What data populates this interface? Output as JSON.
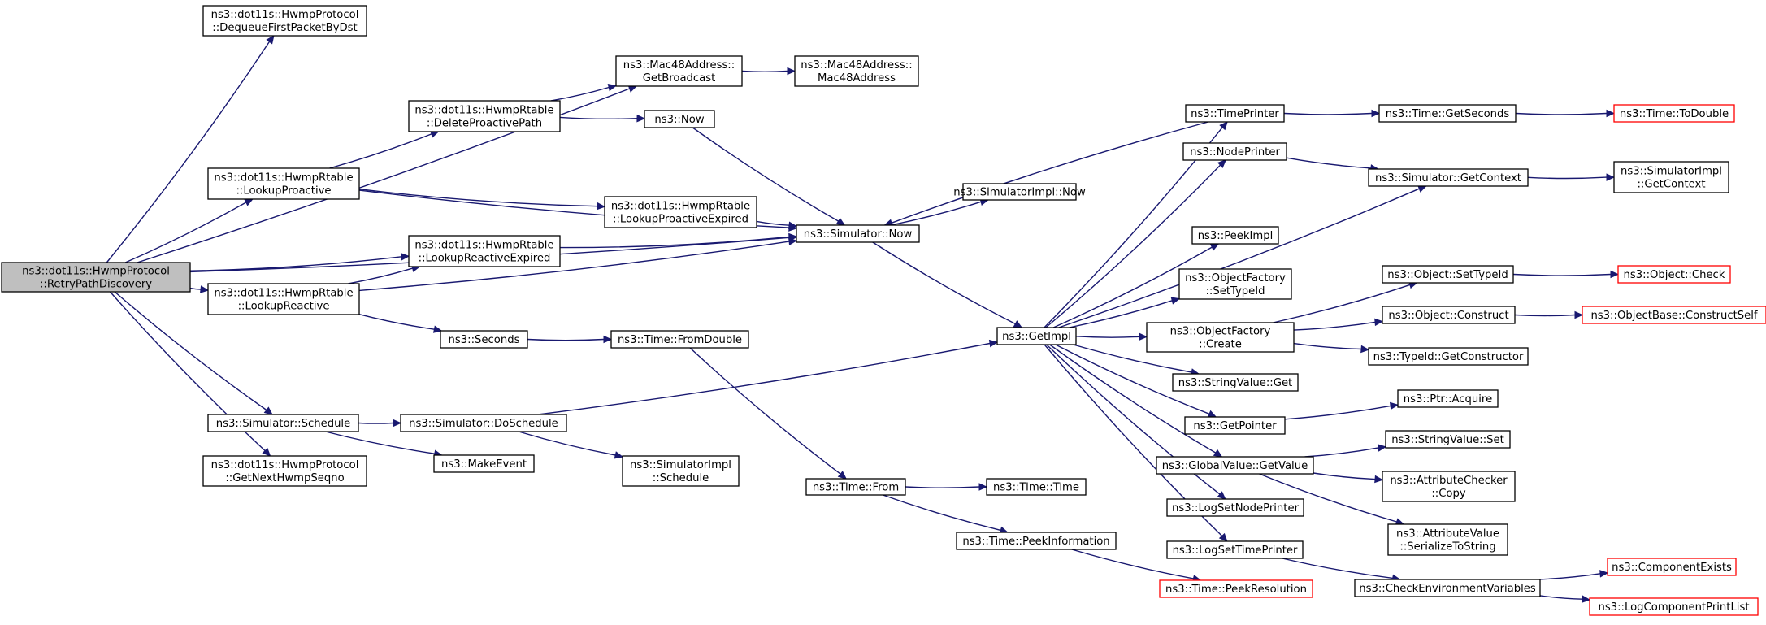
{
  "colors": {
    "edge": "#191970",
    "node_border": "#000000",
    "external_border": "#ff0000",
    "root_fill": "#bfbfbf",
    "background": "#ffffff"
  },
  "nodes": [
    {
      "id": "root",
      "lines": [
        "ns3::dot11s::HwmpProtocol",
        "::RetryPathDiscovery"
      ],
      "style": "root"
    },
    {
      "id": "dequeue",
      "lines": [
        "ns3::dot11s::HwmpProtocol",
        "::DequeueFirstPacketByDst"
      ]
    },
    {
      "id": "getbroadcast",
      "lines": [
        "ns3::Mac48Address::",
        "GetBroadcast"
      ]
    },
    {
      "id": "mac48",
      "lines": [
        "ns3::Mac48Address::",
        "Mac48Address"
      ]
    },
    {
      "id": "delproactive",
      "lines": [
        "ns3::dot11s::HwmpRtable",
        "::DeleteProactivePath"
      ]
    },
    {
      "id": "now",
      "lines": [
        "ns3::Now"
      ]
    },
    {
      "id": "lookupproactive",
      "lines": [
        "ns3::dot11s::HwmpRtable",
        "::LookupProactive"
      ]
    },
    {
      "id": "lpexpired",
      "lines": [
        "ns3::dot11s::HwmpRtable",
        "::LookupProactiveExpired"
      ]
    },
    {
      "id": "lrexpired",
      "lines": [
        "ns3::dot11s::HwmpRtable",
        "::LookupReactiveExpired"
      ]
    },
    {
      "id": "simnow",
      "lines": [
        "ns3::Simulator::Now"
      ]
    },
    {
      "id": "simimplnow",
      "lines": [
        "ns3::SimulatorImpl::Now"
      ]
    },
    {
      "id": "lookupreactive",
      "lines": [
        "ns3::dot11s::HwmpRtable",
        "::LookupReactive"
      ]
    },
    {
      "id": "seconds",
      "lines": [
        "ns3::Seconds"
      ]
    },
    {
      "id": "fromdouble",
      "lines": [
        "ns3::Time::FromDouble"
      ]
    },
    {
      "id": "schedule",
      "lines": [
        "ns3::Simulator::Schedule"
      ]
    },
    {
      "id": "doschedule",
      "lines": [
        "ns3::Simulator::DoSchedule"
      ]
    },
    {
      "id": "getnext",
      "lines": [
        "ns3::dot11s::HwmpProtocol",
        "::GetNextHwmpSeqno"
      ]
    },
    {
      "id": "makeevent",
      "lines": [
        "ns3::MakeEvent"
      ]
    },
    {
      "id": "simimplschedule",
      "lines": [
        "ns3::SimulatorImpl",
        "::Schedule"
      ]
    },
    {
      "id": "timefrom",
      "lines": [
        "ns3::Time::From"
      ]
    },
    {
      "id": "timetime",
      "lines": [
        "ns3::Time::Time"
      ]
    },
    {
      "id": "peekinfo",
      "lines": [
        "ns3::Time::PeekInformation"
      ]
    },
    {
      "id": "peekres",
      "lines": [
        "ns3::Time::PeekResolution"
      ],
      "style": "red"
    },
    {
      "id": "getimpl",
      "lines": [
        "ns3::GetImpl"
      ]
    },
    {
      "id": "timeprinter",
      "lines": [
        "ns3::TimePrinter"
      ]
    },
    {
      "id": "nodeprinter",
      "lines": [
        "ns3::NodePrinter"
      ]
    },
    {
      "id": "peekimpl",
      "lines": [
        "ns3::PeekImpl"
      ]
    },
    {
      "id": "ofsettypeid",
      "lines": [
        "ns3::ObjectFactory",
        "::SetTypeId"
      ]
    },
    {
      "id": "ofcreate",
      "lines": [
        "ns3::ObjectFactory",
        "::Create"
      ]
    },
    {
      "id": "svget",
      "lines": [
        "ns3::StringValue::Get"
      ]
    },
    {
      "id": "getpointer",
      "lines": [
        "ns3::GetPointer"
      ]
    },
    {
      "id": "gvgetvalue",
      "lines": [
        "ns3::GlobalValue::GetValue"
      ]
    },
    {
      "id": "logsetnode",
      "lines": [
        "ns3::LogSetNodePrinter"
      ]
    },
    {
      "id": "logsettime",
      "lines": [
        "ns3::LogSetTimePrinter"
      ]
    },
    {
      "id": "getseconds",
      "lines": [
        "ns3::Time::GetSeconds"
      ]
    },
    {
      "id": "todouble",
      "lines": [
        "ns3::Time::ToDouble"
      ],
      "style": "red"
    },
    {
      "id": "getcontext",
      "lines": [
        "ns3::Simulator::GetContext"
      ]
    },
    {
      "id": "simimplgetcontext",
      "lines": [
        "ns3::SimulatorImpl",
        "::GetContext"
      ]
    },
    {
      "id": "objsettypeid",
      "lines": [
        "ns3::Object::SetTypeId"
      ]
    },
    {
      "id": "objcheck",
      "lines": [
        "ns3::Object::Check"
      ],
      "style": "red"
    },
    {
      "id": "objconstruct",
      "lines": [
        "ns3::Object::Construct"
      ]
    },
    {
      "id": "constructself",
      "lines": [
        "ns3::ObjectBase::ConstructSelf"
      ],
      "style": "red"
    },
    {
      "id": "getconstructor",
      "lines": [
        "ns3::TypeId::GetConstructor"
      ]
    },
    {
      "id": "ptracquire",
      "lines": [
        "ns3::Ptr::Acquire"
      ]
    },
    {
      "id": "svset",
      "lines": [
        "ns3::StringValue::Set"
      ]
    },
    {
      "id": "accopy",
      "lines": [
        "ns3::AttributeChecker",
        "::Copy"
      ]
    },
    {
      "id": "avserialize",
      "lines": [
        "ns3::AttributeValue",
        "::SerializeToString"
      ]
    },
    {
      "id": "checkenv",
      "lines": [
        "ns3::CheckEnvironmentVariables"
      ]
    },
    {
      "id": "compexists",
      "lines": [
        "ns3::ComponentExists"
      ],
      "style": "red"
    },
    {
      "id": "logcomplist",
      "lines": [
        "ns3::LogComponentPrintList"
      ],
      "style": "red"
    }
  ],
  "edges": [
    [
      "root",
      "dequeue"
    ],
    [
      "root",
      "getbroadcast"
    ],
    [
      "root",
      "lookupproactive"
    ],
    [
      "root",
      "lrexpired"
    ],
    [
      "root",
      "lookupreactive"
    ],
    [
      "root",
      "simnow"
    ],
    [
      "root",
      "schedule"
    ],
    [
      "root",
      "getnext"
    ],
    [
      "delproactive",
      "getbroadcast"
    ],
    [
      "delproactive",
      "now"
    ],
    [
      "getbroadcast",
      "mac48"
    ],
    [
      "lookupproactive",
      "delproactive"
    ],
    [
      "lookupproactive",
      "lpexpired"
    ],
    [
      "lookupproactive",
      "simnow"
    ],
    [
      "now",
      "simnow"
    ],
    [
      "lpexpired",
      "simnow"
    ],
    [
      "lrexpired",
      "simnow"
    ],
    [
      "lookupreactive",
      "lrexpired"
    ],
    [
      "lookupreactive",
      "simnow"
    ],
    [
      "lookupreactive",
      "seconds"
    ],
    [
      "seconds",
      "fromdouble"
    ],
    [
      "fromdouble",
      "timefrom"
    ],
    [
      "schedule",
      "doschedule"
    ],
    [
      "schedule",
      "makeevent"
    ],
    [
      "doschedule",
      "simimplschedule"
    ],
    [
      "doschedule",
      "getimpl"
    ],
    [
      "simnow",
      "simimplnow"
    ],
    [
      "simnow",
      "getimpl"
    ],
    [
      "timefrom",
      "timetime"
    ],
    [
      "timefrom",
      "peekinfo"
    ],
    [
      "peekinfo",
      "peekres"
    ],
    [
      "getimpl",
      "timeprinter"
    ],
    [
      "getimpl",
      "nodeprinter"
    ],
    [
      "getimpl",
      "getcontext"
    ],
    [
      "getimpl",
      "peekimpl"
    ],
    [
      "getimpl",
      "ofsettypeid"
    ],
    [
      "getimpl",
      "ofcreate"
    ],
    [
      "getimpl",
      "svget"
    ],
    [
      "getimpl",
      "getpointer"
    ],
    [
      "getimpl",
      "gvgetvalue"
    ],
    [
      "getimpl",
      "logsetnode"
    ],
    [
      "getimpl",
      "logsettime"
    ],
    [
      "timeprinter",
      "simnow"
    ],
    [
      "timeprinter",
      "getseconds"
    ],
    [
      "getseconds",
      "todouble"
    ],
    [
      "nodeprinter",
      "getcontext"
    ],
    [
      "getcontext",
      "simimplgetcontext"
    ],
    [
      "ofcreate",
      "objsettypeid"
    ],
    [
      "ofcreate",
      "objconstruct"
    ],
    [
      "ofcreate",
      "getconstructor"
    ],
    [
      "objsettypeid",
      "objcheck"
    ],
    [
      "objconstruct",
      "constructself"
    ],
    [
      "getpointer",
      "ptracquire"
    ],
    [
      "gvgetvalue",
      "svset"
    ],
    [
      "gvgetvalue",
      "accopy"
    ],
    [
      "gvgetvalue",
      "avserialize"
    ],
    [
      "logsettime",
      "checkenv"
    ],
    [
      "checkenv",
      "compexists"
    ],
    [
      "checkenv",
      "logcomplist"
    ]
  ]
}
